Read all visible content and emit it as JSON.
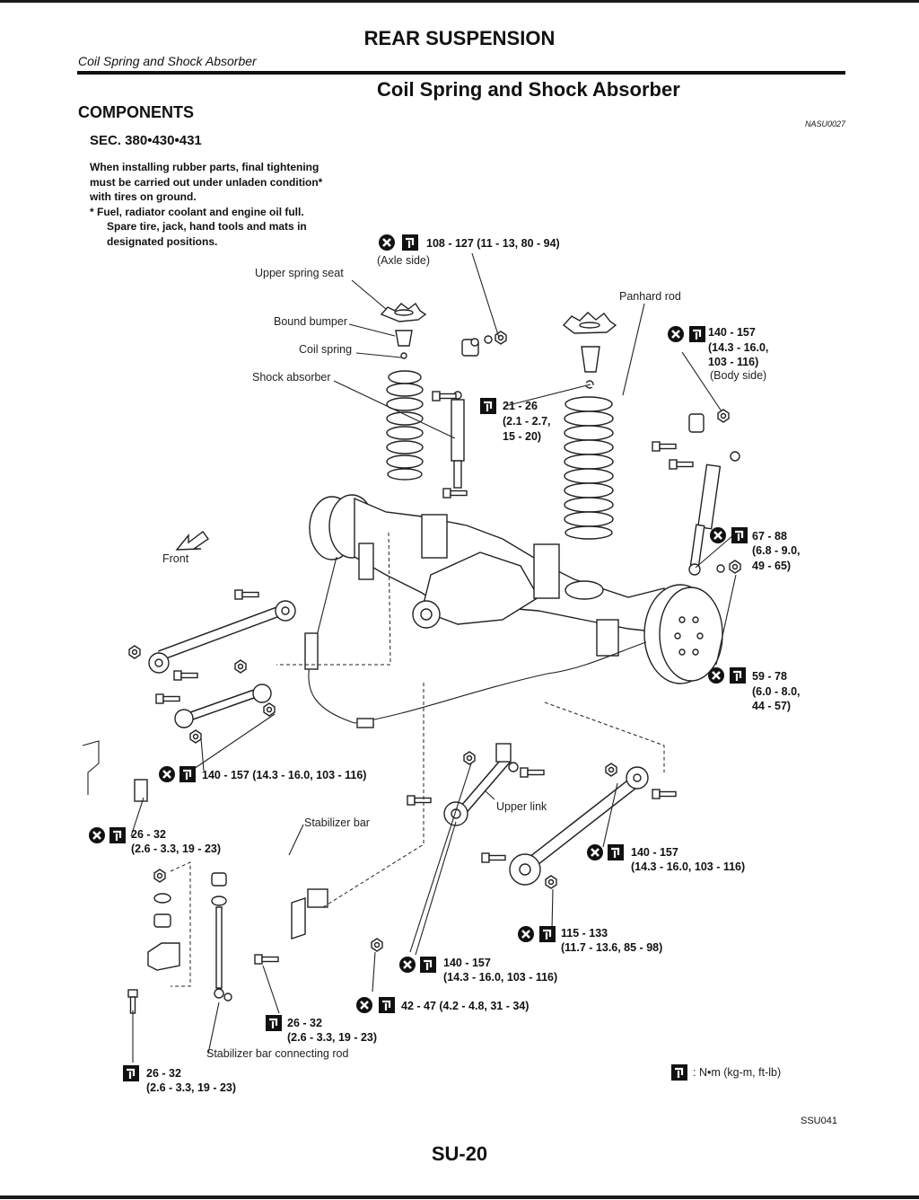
{
  "header": {
    "title": "REAR SUSPENSION",
    "subtitle": "Coil Spring and Shock Absorber"
  },
  "section": {
    "title": "Coil Spring and Shock Absorber",
    "components": "COMPONENTS",
    "ref_code": "NASU0027",
    "sec": "SEC. 380•430•431"
  },
  "note": {
    "lines": [
      "When installing rubber parts, final tightening",
      "must be carried out under unladen condition*",
      "with tires on ground.",
      "*   Fuel, radiator coolant and engine oil full.",
      "Spare tire, jack, hand tools and mats in",
      "designated positions."
    ]
  },
  "labels": {
    "upper_spring_seat": "Upper spring seat",
    "bound_bumper": "Bound bumper",
    "coil_spring": "Coil spring",
    "shock_absorber": "Shock absorber",
    "panhard_rod": "Panhard rod",
    "front": "Front",
    "stabilizer_bar": "Stabilizer bar",
    "upper_link": "Upper link",
    "stabilizer_connecting_rod": "Stabilizer bar connecting rod"
  },
  "torques": {
    "t1": "108 - 127 (11 - 13, 80 - 94)",
    "t1_note": "(Axle side)",
    "t2": [
      "140 - 157",
      "(14.3 - 16.0,",
      "103 - 116)",
      "(Body side)"
    ],
    "t3": [
      "21 - 26",
      "(2.1 - 2.7,",
      "15 - 20)"
    ],
    "t4": [
      "67 - 88",
      "(6.8 - 9.0,",
      "49 - 65)"
    ],
    "t5": [
      "59 - 78",
      "(6.0 - 8.0,",
      "44 - 57)"
    ],
    "t6": "140 - 157 (14.3 - 16.0, 103 - 116)",
    "t7": [
      "26 - 32",
      "(2.6 - 3.3, 19 - 23)"
    ],
    "t8": [
      "140 - 157",
      "(14.3 - 16.0, 103 - 116)"
    ],
    "t9": [
      "115 - 133",
      "(11.7 - 13.6, 85 - 98)"
    ],
    "t10": [
      "140 - 157",
      "(14.3 - 16.0, 103 - 116)"
    ],
    "t11": "42 - 47 (4.2 - 4.8, 31 - 34)",
    "t12": [
      "26 - 32",
      "(2.6 - 3.3, 19 - 23)"
    ],
    "t13": [
      "26 - 32",
      "(2.6 - 3.3, 19 - 23)"
    ]
  },
  "legend": {
    "units": ": N•m (kg-m, ft-lb)"
  },
  "figure_code": "SSU041",
  "page_number": "SU-20"
}
